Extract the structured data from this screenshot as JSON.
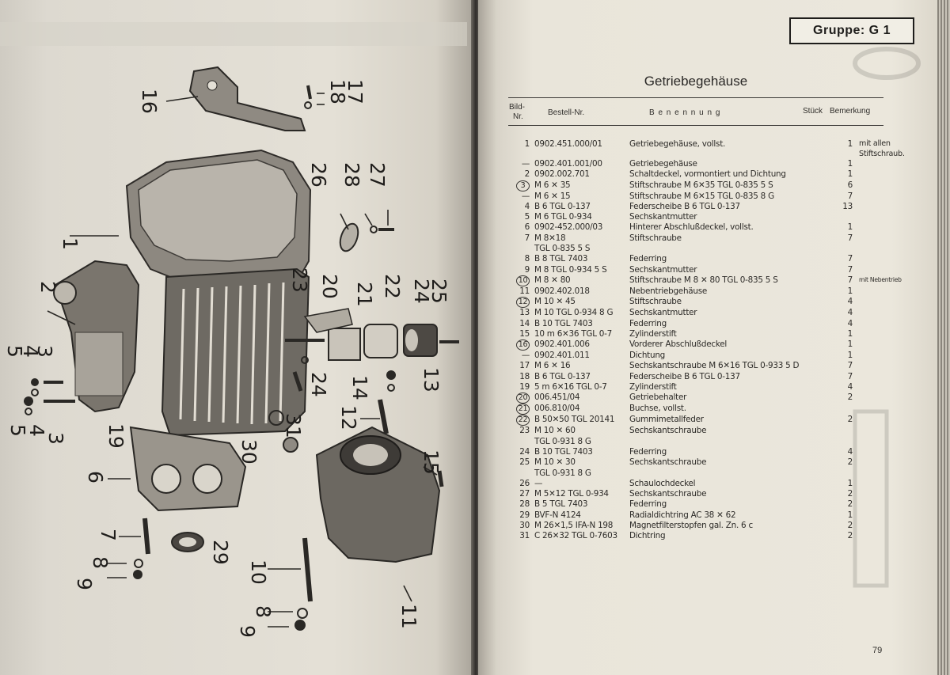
{
  "group_label": "Gruppe: G 1",
  "title": "Getriebegehäuse",
  "headers": {
    "nr_line1": "Bild-",
    "nr_line2": "Nr.",
    "bestell": "Bestell-Nr.",
    "benennung": "B e n e n n u n g",
    "stueck": "Stück",
    "bemerkung": "Bemerkung"
  },
  "parts": [
    {
      "nr": "1",
      "bestell": "0902.451.000/01",
      "benennung": "Getriebegehäuse, vollst.",
      "stueck": "1",
      "bemerkung": "mit allen Stiftschraub."
    },
    {
      "nr": "—",
      "bestell": "0902.401.001/00",
      "benennung": "Getriebegehäuse",
      "stueck": "1",
      "bemerkung": ""
    },
    {
      "nr": "2",
      "bestell": "0902.002.701",
      "benennung": "Schaltdeckel, vormontiert und Dichtung",
      "stueck": "1",
      "bemerkung": ""
    },
    {
      "nr": "3",
      "nr_circled": true,
      "bestell": "M 6 ✕ 35",
      "benennung": "Stiftschraube M 6✕35 TGL 0-835 5 S",
      "stueck": "6",
      "bemerkung": ""
    },
    {
      "nr": "—",
      "bestell": "M 6 ✕ 15",
      "benennung": "Stiftschraube M 6✕15 TGL 0-835 8 G",
      "stueck": "7",
      "bemerkung": ""
    },
    {
      "nr": "4",
      "bestell": "B 6 TGL 0-137",
      "benennung": "Federscheibe B 6 TGL 0-137",
      "stueck": "13",
      "bemerkung": ""
    },
    {
      "nr": "5",
      "bestell": "M 6 TGL 0-934",
      "benennung": "Sechskantmutter",
      "stueck": "",
      "bemerkung": ""
    },
    {
      "nr": "6",
      "bestell": "0902-452.000/03",
      "benennung": "Hinterer Abschlußdeckel, vollst.",
      "stueck": "1",
      "bemerkung": ""
    },
    {
      "nr": "7",
      "bestell": "M 8✕18",
      "benennung": "Stiftschraube",
      "stueck": "7",
      "bemerkung": ""
    },
    {
      "nr": "",
      "bestell": "TGL 0-835 5 S",
      "benennung": "",
      "stueck": "",
      "bemerkung": ""
    },
    {
      "nr": "8",
      "bestell": "B 8 TGL 7403",
      "benennung": "Federring",
      "stueck": "7",
      "bemerkung": ""
    },
    {
      "nr": "9",
      "bestell": "M 8 TGL 0-934 5 S",
      "benennung": "Sechskantmutter",
      "stueck": "7",
      "bemerkung": ""
    },
    {
      "nr": "10",
      "nr_circled": true,
      "bestell": "M 8 ✕ 80",
      "benennung": "Stiftschraube M 8 ✕ 80 TGL 0-835 5 S",
      "stueck": "7",
      "bemerkung": "mit Nebentrieb",
      "bemerkung_small": true
    },
    {
      "nr": "11",
      "bestell": "0902.402.018",
      "benennung": "Nebentriebgehäuse",
      "stueck": "1",
      "bemerkung": ""
    },
    {
      "nr": "12",
      "nr_circled": true,
      "bestell": "M 10 ✕ 45",
      "benennung": "Stiftschraube",
      "stueck": "4",
      "bemerkung": ""
    },
    {
      "nr": "13",
      "bestell": "M 10 TGL 0-934 8 G",
      "benennung": "Sechskantmutter",
      "stueck": "4",
      "bemerkung": ""
    },
    {
      "nr": "14",
      "bestell": "B 10 TGL 7403",
      "benennung": "Federring",
      "stueck": "4",
      "bemerkung": ""
    },
    {
      "nr": "15",
      "bestell": "10 m 6✕36 TGL 0-7",
      "benennung": "Zylinderstift",
      "stueck": "1",
      "bemerkung": ""
    },
    {
      "nr": "16",
      "nr_circled": true,
      "bestell": "0902.401.006",
      "benennung": "Vorderer Abschlußdeckel",
      "stueck": "1",
      "bemerkung": ""
    },
    {
      "nr": "—",
      "bestell": "0902.401.011",
      "benennung": "Dichtung",
      "stueck": "1",
      "bemerkung": ""
    },
    {
      "nr": "17",
      "bestell": "M 6 ✕ 16",
      "benennung": "Sechskantschraube M 6✕16 TGL 0-933 5 D",
      "stueck": "7",
      "bemerkung": ""
    },
    {
      "nr": "18",
      "bestell": "B 6 TGL 0-137",
      "benennung": "Federscheibe B 6 TGL 0-137",
      "stueck": "7",
      "bemerkung": ""
    },
    {
      "nr": "19",
      "bestell": "5 m 6✕16 TGL 0-7",
      "benennung": "Zylinderstift",
      "stueck": "4",
      "bemerkung": ""
    },
    {
      "nr": "20",
      "nr_circled": true,
      "bestell": "006.451/04",
      "benennung": "Getriebehalter",
      "stueck": "2",
      "bemerkung": ""
    },
    {
      "nr": "21",
      "nr_circled": true,
      "bestell": "006.810/04",
      "benennung": "Buchse, vollst.",
      "stueck": "",
      "bemerkung": ""
    },
    {
      "nr": "22",
      "nr_circled": true,
      "bestell": "B 50✕50 TGL 20141",
      "benennung": "Gummimetallfeder",
      "stueck": "2",
      "bemerkung": ""
    },
    {
      "nr": "23",
      "bestell": "M 10 ✕ 60",
      "benennung": "Sechskantschraube",
      "stueck": "",
      "bemerkung": ""
    },
    {
      "nr": "",
      "bestell": "TGL 0-931 8 G",
      "benennung": "",
      "stueck": "",
      "bemerkung": ""
    },
    {
      "nr": "24",
      "bestell": "B 10 TGL 7403",
      "benennung": "Federring",
      "stueck": "4",
      "bemerkung": ""
    },
    {
      "nr": "25",
      "bestell": "M 10 ✕ 30",
      "benennung": "Sechskantschraube",
      "stueck": "2",
      "bemerkung": ""
    },
    {
      "nr": "",
      "bestell": "TGL 0-931 8 G",
      "benennung": "",
      "stueck": "",
      "bemerkung": ""
    },
    {
      "nr": "26",
      "bestell": "—",
      "benennung": "Schaulochdeckel",
      "stueck": "1",
      "bemerkung": ""
    },
    {
      "nr": "27",
      "bestell": "M 5✕12 TGL 0-934",
      "benennung": "Sechskantschraube",
      "stueck": "2",
      "bemerkung": ""
    },
    {
      "nr": "28",
      "bestell": "B 5 TGL 7403",
      "benennung": "Federring",
      "stueck": "2",
      "bemerkung": ""
    },
    {
      "nr": "29",
      "bestell": "BVF-N 4124",
      "benennung": "Radialdichtring AC 38 ✕ 62",
      "stueck": "1",
      "bemerkung": ""
    },
    {
      "nr": "30",
      "bestell": "M 26✕1,5 IFA-N 198",
      "benennung": "Magnetfilterstopfen gal. Zn. 6 c",
      "stueck": "2",
      "bemerkung": ""
    },
    {
      "nr": "31",
      "bestell": "C 26✕32 TGL 0-7603",
      "benennung": "Dichtring",
      "stueck": "2",
      "bemerkung": ""
    }
  ],
  "page_number": "79",
  "diagram": {
    "callouts": [
      "1",
      "2",
      "3",
      "4",
      "5",
      "3",
      "4",
      "5",
      "6",
      "7",
      "8",
      "9",
      "8",
      "9",
      "10",
      "11",
      "12",
      "13",
      "14",
      "15",
      "16",
      "17",
      "18",
      "19",
      "20",
      "21",
      "22",
      "23",
      "24",
      "24",
      "25",
      "26",
      "27",
      "28",
      "29",
      "30",
      "31"
    ]
  },
  "colors": {
    "paper": "#e9e5da",
    "ink": "#2c2a27",
    "drawing_dark": "#3e3b37"
  }
}
